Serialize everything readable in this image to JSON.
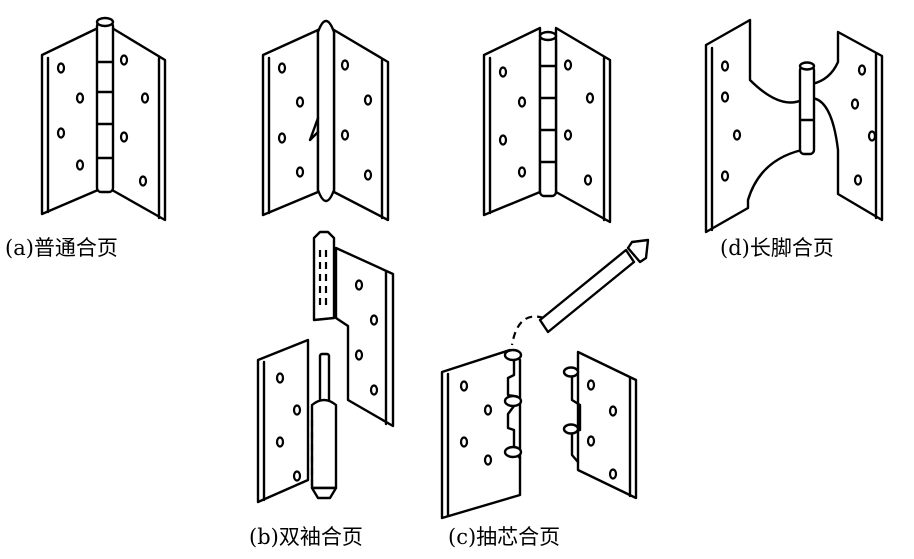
{
  "figure": {
    "captions": {
      "a": "(a)普通合页",
      "b": "(b)双袖合页",
      "c": "(c)抽芯合页",
      "d": "(d)长脚合页"
    }
  }
}
